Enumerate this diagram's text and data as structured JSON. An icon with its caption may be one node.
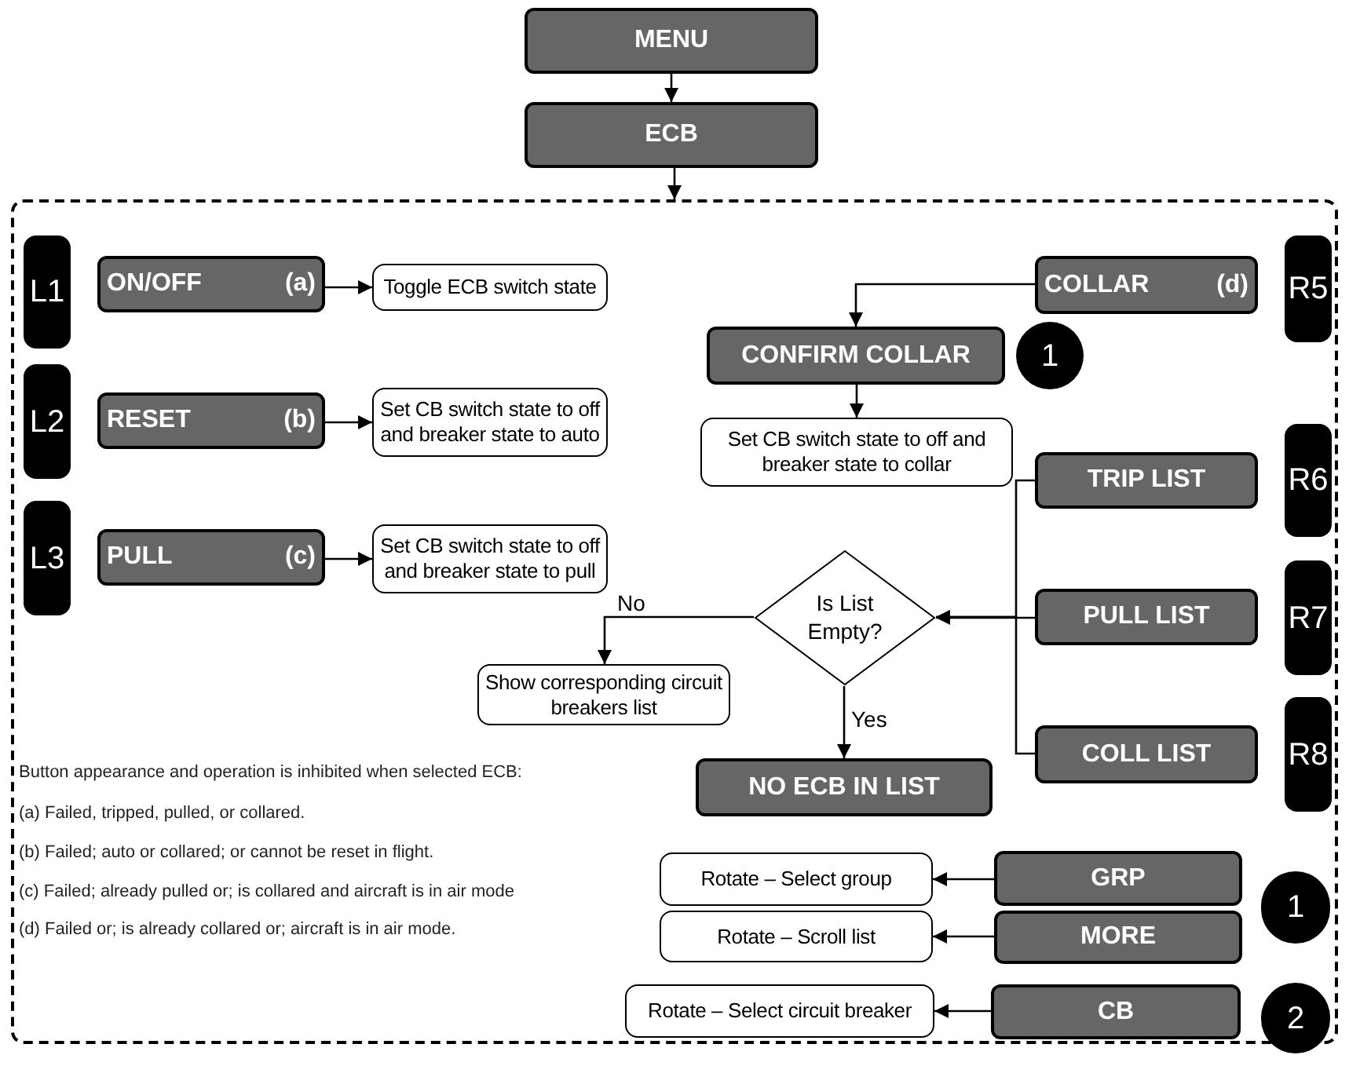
{
  "diagram": {
    "nodes": [
      {
        "text": [
          "MENU"
        ]
      },
      {
        "text": [
          "ECB"
        ]
      },
      {
        "text": [],
        "shape": "box"
      },
      {
        "text": [
          "L1"
        ],
        "in": 2
      },
      {
        "text": [
          "ON/OFF",
          "(a)"
        ],
        "in": 2
      },
      {
        "text": [
          "Toggle ECB switch state"
        ],
        "in": 2
      },
      {
        "text": [
          "L2"
        ],
        "in": 2
      },
      {
        "text": [
          "RESET",
          "(b)"
        ],
        "in": 2
      },
      {
        "text": [
          "Set CB switch state to off and breaker state to auto"
        ],
        "in": 2
      },
      {
        "text": [
          "L3"
        ],
        "in": 2
      },
      {
        "text": [
          "PULL",
          "(c)"
        ],
        "in": 2
      },
      {
        "text": [
          "Set CB switch state to off and breaker state to pull"
        ],
        "in": 2
      },
      {
        "text": [
          "COLLAR",
          "(d)"
        ],
        "in": 2
      },
      {
        "text": [
          "R5"
        ],
        "in": 2
      },
      {
        "text": [
          "CONFIRM COLLAR"
        ],
        "in": 2
      },
      {
        "text": [
          "1"
        ],
        "in": 2
      },
      {
        "text": [
          "Set CB switch state to off and breaker state to collar"
        ],
        "in": 2
      },
      {
        "text": [
          "TRIP LIST"
        ],
        "in": 2
      },
      {
        "text": [
          "R6"
        ],
        "in": 2
      },
      {
        "text": [
          "Is List Empty?"
        ],
        "in": 2
      },
      {
        "text": [
          "PULL LIST"
        ],
        "in": 2
      },
      {
        "text": [
          "R7"
        ],
        "in": 2
      },
      {
        "text": [
          "Show corresponding circuit breakers list"
        ],
        "in": 2
      },
      {
        "text": [
          "NO ECB IN LIST"
        ],
        "in": 2
      },
      {
        "text": [
          "COLL LIST"
        ],
        "in": 2
      },
      {
        "text": [
          "R8"
        ],
        "in": 2
      },
      {
        "text": [
          "Rotate – Select group"
        ],
        "in": 2
      },
      {
        "text": [
          "GRP"
        ],
        "in": 2
      },
      {
        "text": [
          "Rotate – Scroll list"
        ],
        "in": 2
      },
      {
        "text": [
          "MORE"
        ],
        "in": 2
      },
      {
        "text": [
          "1"
        ],
        "in": 2
      },
      {
        "text": [
          "Rotate – Select circuit breaker"
        ],
        "in": 2
      },
      {
        "text": [
          "CB"
        ],
        "in": 2
      },
      {
        "text": [
          "2"
        ],
        "in": 2
      }
    ],
    "edges": [
      {
        "from": 0,
        "to": 1,
        "arrow": "to"
      },
      {
        "from": 1,
        "to": 2,
        "arrow": "to"
      },
      {
        "from": 4,
        "to": 5,
        "arrow": "to"
      },
      {
        "from": 7,
        "to": 8,
        "arrow": "to"
      },
      {
        "from": 10,
        "to": 11,
        "arrow": "to"
      },
      {
        "from": 12,
        "to": 14,
        "arrow": "to"
      },
      {
        "from": 14,
        "to": 16,
        "arrow": "to"
      },
      {
        "from": 17,
        "to": 19,
        "arrow": "to"
      },
      {
        "from": 20,
        "to": 19,
        "arrow": "to"
      },
      {
        "from": 24,
        "to": 19,
        "arrow": "to"
      },
      {
        "from": 19,
        "to": 22,
        "label": "No",
        "arrow": "to"
      },
      {
        "from": 19,
        "to": 23,
        "label": "Yes",
        "arrow": "to"
      },
      {
        "from": 27,
        "to": 26,
        "arrow": "to"
      },
      {
        "from": 29,
        "to": 28,
        "arrow": "to"
      },
      {
        "from": 32,
        "to": 31,
        "arrow": "to"
      }
    ],
    "labels": [
      "Button appearance and operation is inhibited when selected ECB:",
      "(a) Failed, tripped, pulled, or collared.",
      "(b) Failed; auto or collared; or cannot be reset in flight.",
      "(c) Failed; already pulled or; is collared and aircraft is in air mode",
      "(d) Failed or; is already collared or; aircraft is in air mode."
    ]
  }
}
